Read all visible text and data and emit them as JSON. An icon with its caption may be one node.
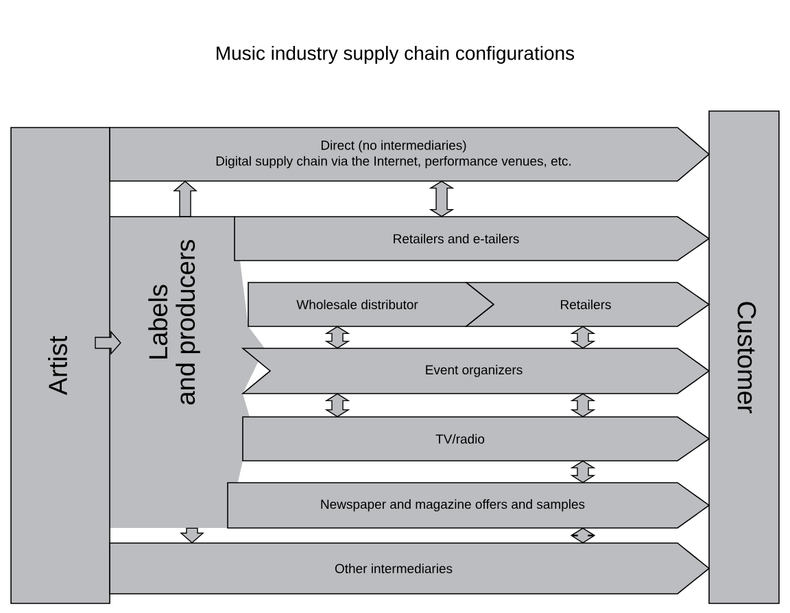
{
  "diagram": {
    "title": "Music industry supply chain configurations",
    "nodes": [
      {
        "text": [
          "Artist"
        ]
      },
      {
        "text": [
          "Labels",
          "and producers"
        ]
      },
      {
        "text": [
          "Direct (no intermediaries)",
          "Digital supply chain via the Internet, performance venues, etc."
        ]
      },
      {
        "text": [
          "Retailers and e-tailers"
        ]
      },
      {
        "text": [
          "Wholesale distributor"
        ]
      },
      {
        "text": [
          "Retailers"
        ]
      },
      {
        "text": [
          "Event organizers"
        ]
      },
      {
        "text": [
          "TV/radio"
        ]
      },
      {
        "text": [
          "Newspaper and magazine offers and samples"
        ]
      },
      {
        "text": [
          "Other intermediaries"
        ]
      },
      {
        "text": [
          "Customer"
        ]
      }
    ],
    "edges": [
      {
        "from": 0,
        "to": 1,
        "arrow": "to"
      },
      {
        "from": 1,
        "to": 2,
        "arrow": "to"
      },
      {
        "from": 1,
        "to": 9,
        "arrow": "to"
      },
      {
        "from": 2,
        "to": 3,
        "arrow": "both"
      },
      {
        "from": 4,
        "to": 6,
        "arrow": "both"
      },
      {
        "from": 6,
        "to": 7,
        "arrow": "both"
      },
      {
        "from": 5,
        "to": 6,
        "arrow": "both"
      },
      {
        "from": 6,
        "to": 7,
        "arrow": "both"
      },
      {
        "from": 7,
        "to": 8,
        "arrow": "both"
      },
      {
        "from": 8,
        "to": 9,
        "arrow": "both"
      }
    ]
  }
}
